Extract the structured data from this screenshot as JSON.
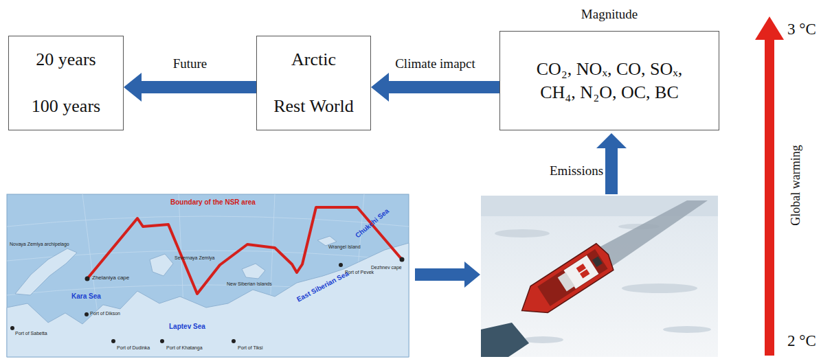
{
  "diagram": {
    "nodes": [
      {
        "text": [
          "20 years",
          "100 years"
        ]
      },
      {
        "text": [
          "Arctic",
          "Rest World"
        ]
      },
      {
        "text": [
          "Magnitude",
          "CO₂, NOₓ, CO, SOₓ, CH₄, N₂O, OC, BC"
        ]
      }
    ],
    "edges": [
      {
        "from": 1,
        "to": 0,
        "arrow": "to",
        "label": "Future"
      },
      {
        "from": 2,
        "to": 1,
        "arrow": "to",
        "label": "Climate imapct"
      }
    ],
    "labels": [
      "Emissions",
      "3 °C",
      "2 °C",
      "Global warming",
      "Boundary of the NSR area",
      "Kara Sea",
      "Laptev Sea",
      "East Siberian Sea",
      "Chukchi Sea",
      "Zhelaniya cape",
      "Port of Sabetta",
      "Port of Dikson",
      "Port of Dudinka",
      "Port of Khatanga",
      "Port of Tiksi",
      "Port of Pevek",
      "Novaya Zemlya archipelago",
      "Dezhnev cape",
      "Severnaya Zemlya",
      "New Siberian Islands",
      "Wrangel Island"
    ]
  }
}
